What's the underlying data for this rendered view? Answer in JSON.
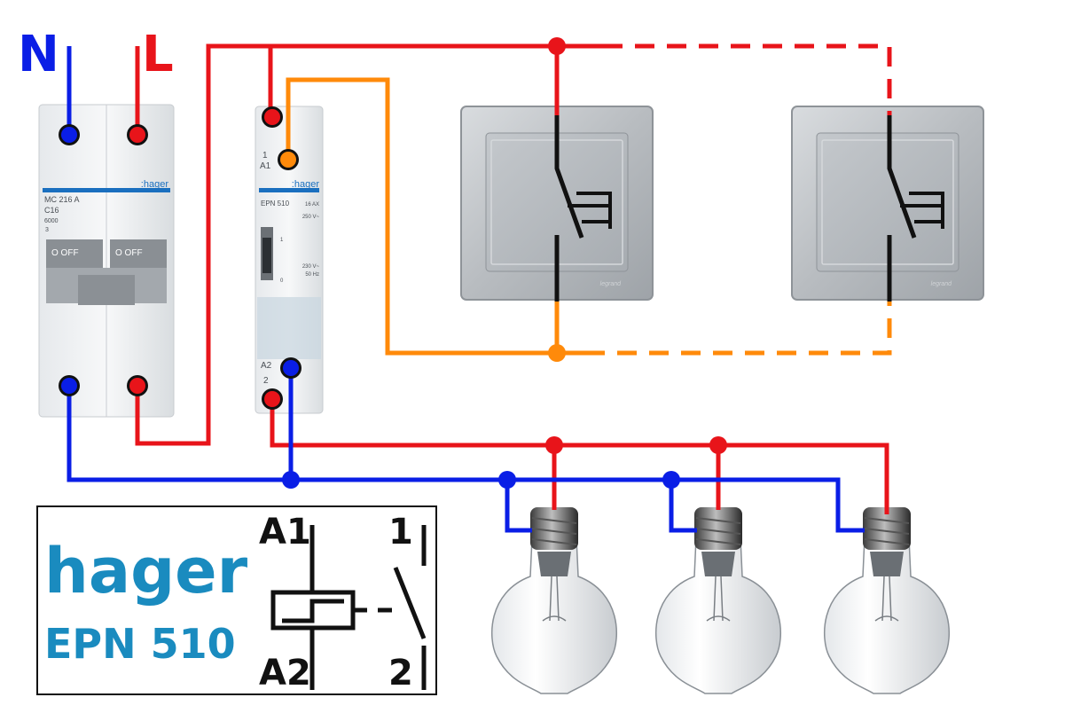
{
  "labels": {
    "neutral": "N",
    "live": "L"
  },
  "breaker": {
    "brand": ":hager",
    "model": "MC 216 A",
    "rating": "C16",
    "capacity": "6000",
    "class": "3",
    "toggle_left": "O OFF",
    "toggle_right": "O OFF"
  },
  "relay": {
    "brand": ":hager",
    "model": "EPN 510",
    "rating": "16 AX",
    "voltage_a": "250 V~",
    "voltage_b": "230 V~",
    "freq": "50 Hz",
    "mark_a1": "A1",
    "mark_1": "1",
    "mark_a2": "A2",
    "mark_2": "2",
    "pos_1": "1",
    "pos_0": "0"
  },
  "switches": [
    {
      "brand": "legrand"
    },
    {
      "brand": "legrand"
    }
  ],
  "symbol_box": {
    "brand": "hager",
    "model": "EPN 510",
    "coil_top": "A1",
    "coil_bottom": "A2",
    "contact_top": "1",
    "contact_bottom": "2"
  },
  "colors": {
    "neutral": "#0a1ee6",
    "live": "#e8141a",
    "control": "#ff8a0a",
    "brand": "#1a8bbf"
  }
}
